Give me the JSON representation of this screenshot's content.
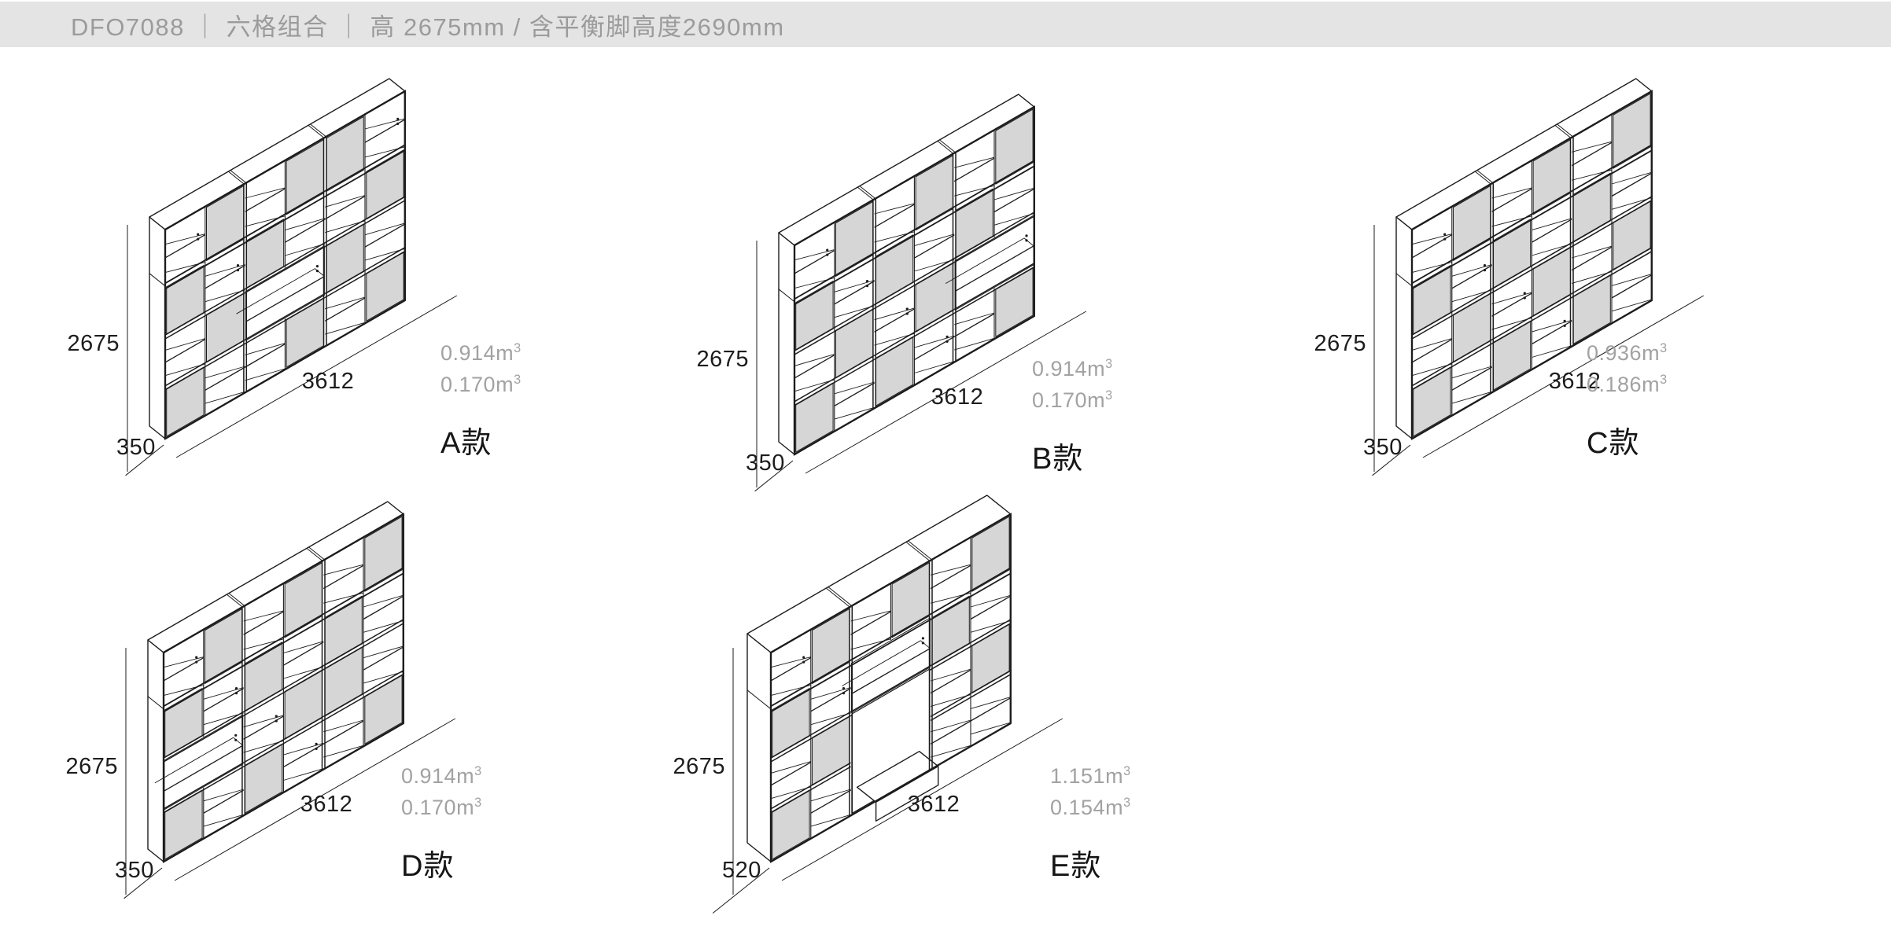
{
  "colors": {
    "line": "#1c1c1c",
    "door_fill": "#d6d6d6",
    "header_bg": "#e4e4e4",
    "header_text": "#9b9b9b",
    "dim_text": "#1d1d1d",
    "muted_text": "#a2a2a2"
  },
  "header": {
    "title": "DFO7088 ｜ 六格组合 ｜ 高 2675mm / 含平衡脚高度2690mm"
  },
  "units": [
    {
      "id": "A",
      "label": "A款",
      "height": "2675",
      "width": "3612",
      "depth": "350",
      "volumes": [
        {
          "value": "0.914m",
          "sup": "3"
        },
        {
          "value": "0.170m",
          "sup": "3"
        }
      ],
      "doors": [
        [
          1,
          2
        ],
        [
          1,
          4
        ],
        [
          1,
          5
        ],
        [
          2,
          1
        ],
        [
          2,
          3
        ],
        [
          2,
          6
        ],
        [
          3,
          2
        ],
        [
          3,
          5
        ],
        [
          4,
          1
        ],
        [
          4,
          4
        ],
        [
          4,
          6
        ]
      ],
      "wide": {
        "row": 3,
        "module": 2
      },
      "tv": false
    },
    {
      "id": "B",
      "label": "B款",
      "height": "2675",
      "width": "3612",
      "depth": "350",
      "volumes": [
        {
          "value": "0.914m",
          "sup": "3"
        },
        {
          "value": "0.170m",
          "sup": "3"
        }
      ],
      "doors": [
        [
          1,
          2
        ],
        [
          1,
          4
        ],
        [
          1,
          6
        ],
        [
          2,
          1
        ],
        [
          2,
          3
        ],
        [
          2,
          5
        ],
        [
          3,
          2
        ],
        [
          3,
          4
        ],
        [
          4,
          1
        ],
        [
          4,
          3
        ],
        [
          4,
          6
        ]
      ],
      "wide": {
        "row": 3,
        "module": 3
      },
      "tv": false
    },
    {
      "id": "C",
      "label": "C款",
      "height": "2675",
      "width": "3612",
      "depth": "350",
      "volumes": [
        {
          "value": "0.936m",
          "sup": "3"
        },
        {
          "value": "0.186m",
          "sup": "3"
        }
      ],
      "doors": [
        [
          1,
          2
        ],
        [
          1,
          4
        ],
        [
          1,
          6
        ],
        [
          2,
          1
        ],
        [
          2,
          3
        ],
        [
          2,
          5
        ],
        [
          3,
          2
        ],
        [
          3,
          4
        ],
        [
          3,
          6
        ],
        [
          4,
          1
        ],
        [
          4,
          3
        ],
        [
          4,
          5
        ]
      ],
      "wide": null,
      "tv": false
    },
    {
      "id": "D",
      "label": "D款",
      "height": "2675",
      "width": "3612",
      "depth": "350",
      "volumes": [
        {
          "value": "0.914m",
          "sup": "3"
        },
        {
          "value": "0.170m",
          "sup": "3"
        }
      ],
      "doors": [
        [
          1,
          2
        ],
        [
          1,
          4
        ],
        [
          1,
          6
        ],
        [
          2,
          1
        ],
        [
          2,
          3
        ],
        [
          2,
          5
        ],
        [
          3,
          4
        ],
        [
          3,
          5
        ],
        [
          4,
          1
        ],
        [
          4,
          3
        ],
        [
          4,
          6
        ]
      ],
      "wide": {
        "row": 3,
        "module": 1
      },
      "tv": false
    },
    {
      "id": "E",
      "label": "E款",
      "height": "2675",
      "width": "3612",
      "depth": "520",
      "volumes": [
        {
          "value": "1.151m",
          "sup": "3"
        },
        {
          "value": "0.154m",
          "sup": "3"
        }
      ],
      "doors": [
        [
          1,
          2
        ],
        [
          1,
          4
        ],
        [
          1,
          6
        ],
        [
          2,
          1
        ],
        [
          2,
          5
        ],
        [
          3,
          2
        ],
        [
          3,
          6
        ],
        [
          4,
          1
        ]
      ],
      "wide": {
        "row": 2,
        "module": 2
      },
      "tv": true
    }
  ]
}
